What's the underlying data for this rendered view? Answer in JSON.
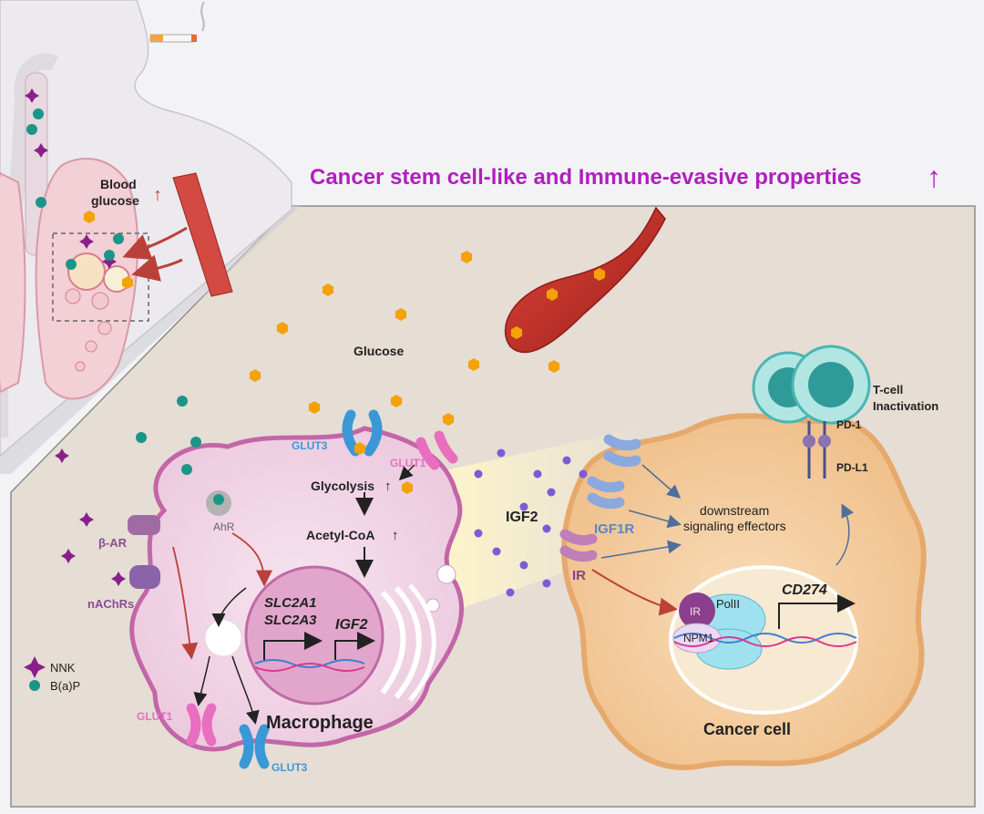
{
  "headline": {
    "text": "Cancer stem cell-like and Immune-evasive properties",
    "arrow": "↑"
  },
  "colors": {
    "magenta": "#b01fbf",
    "nnk": "#8a1f8c",
    "bap": "#1a9688",
    "glucose": "#f5a20a",
    "glut1": "#e86fc0",
    "glut3": "#3a98d6",
    "receptor_blue": "#5b86c6",
    "ir_purple": "#7b3f86",
    "macrophage": "#c266a8",
    "cancer_cell": "#f1c896",
    "vessel": "#c2362b",
    "tcell": "#4ab6b2"
  },
  "body": {
    "blood_glucose_line1": "Blood",
    "blood_glucose_line2": "glucose"
  },
  "legend": {
    "nnk": "NNK",
    "bap": "B(a)P"
  },
  "labels": {
    "glucose": "Glucose",
    "glut3_top": "GLUT3",
    "glut1_top": "GLUT1",
    "glut1_bottom": "GLUT1",
    "glut3_bottom": "GLUT3",
    "ahr": "AhR",
    "beta_ar": "β-AR",
    "nachrs": "nAChRs",
    "glycolysis": "Glycolysis",
    "acetyl_coa": "Acetyl-CoA",
    "slc2a1": "SLC2A1",
    "slc2a3": "SLC2A3",
    "igf2_gene": "IGF2",
    "macrophage": "Macrophage",
    "igf2": "IGF2",
    "igf1r": "IGF1R",
    "ir": "IR",
    "downstream_line1": "downstream",
    "downstream_line2": "signaling effectors",
    "nuc_ir": "IR",
    "polii": "PolII",
    "npm1": "NPM1",
    "cd274": "CD274",
    "cancer_cell": "Cancer cell",
    "tcell_line1": "T-cell",
    "tcell_line2": "Inactivation",
    "pd1": "PD-1",
    "pdl1": "PD-L1",
    "up_arrow": "↑"
  }
}
